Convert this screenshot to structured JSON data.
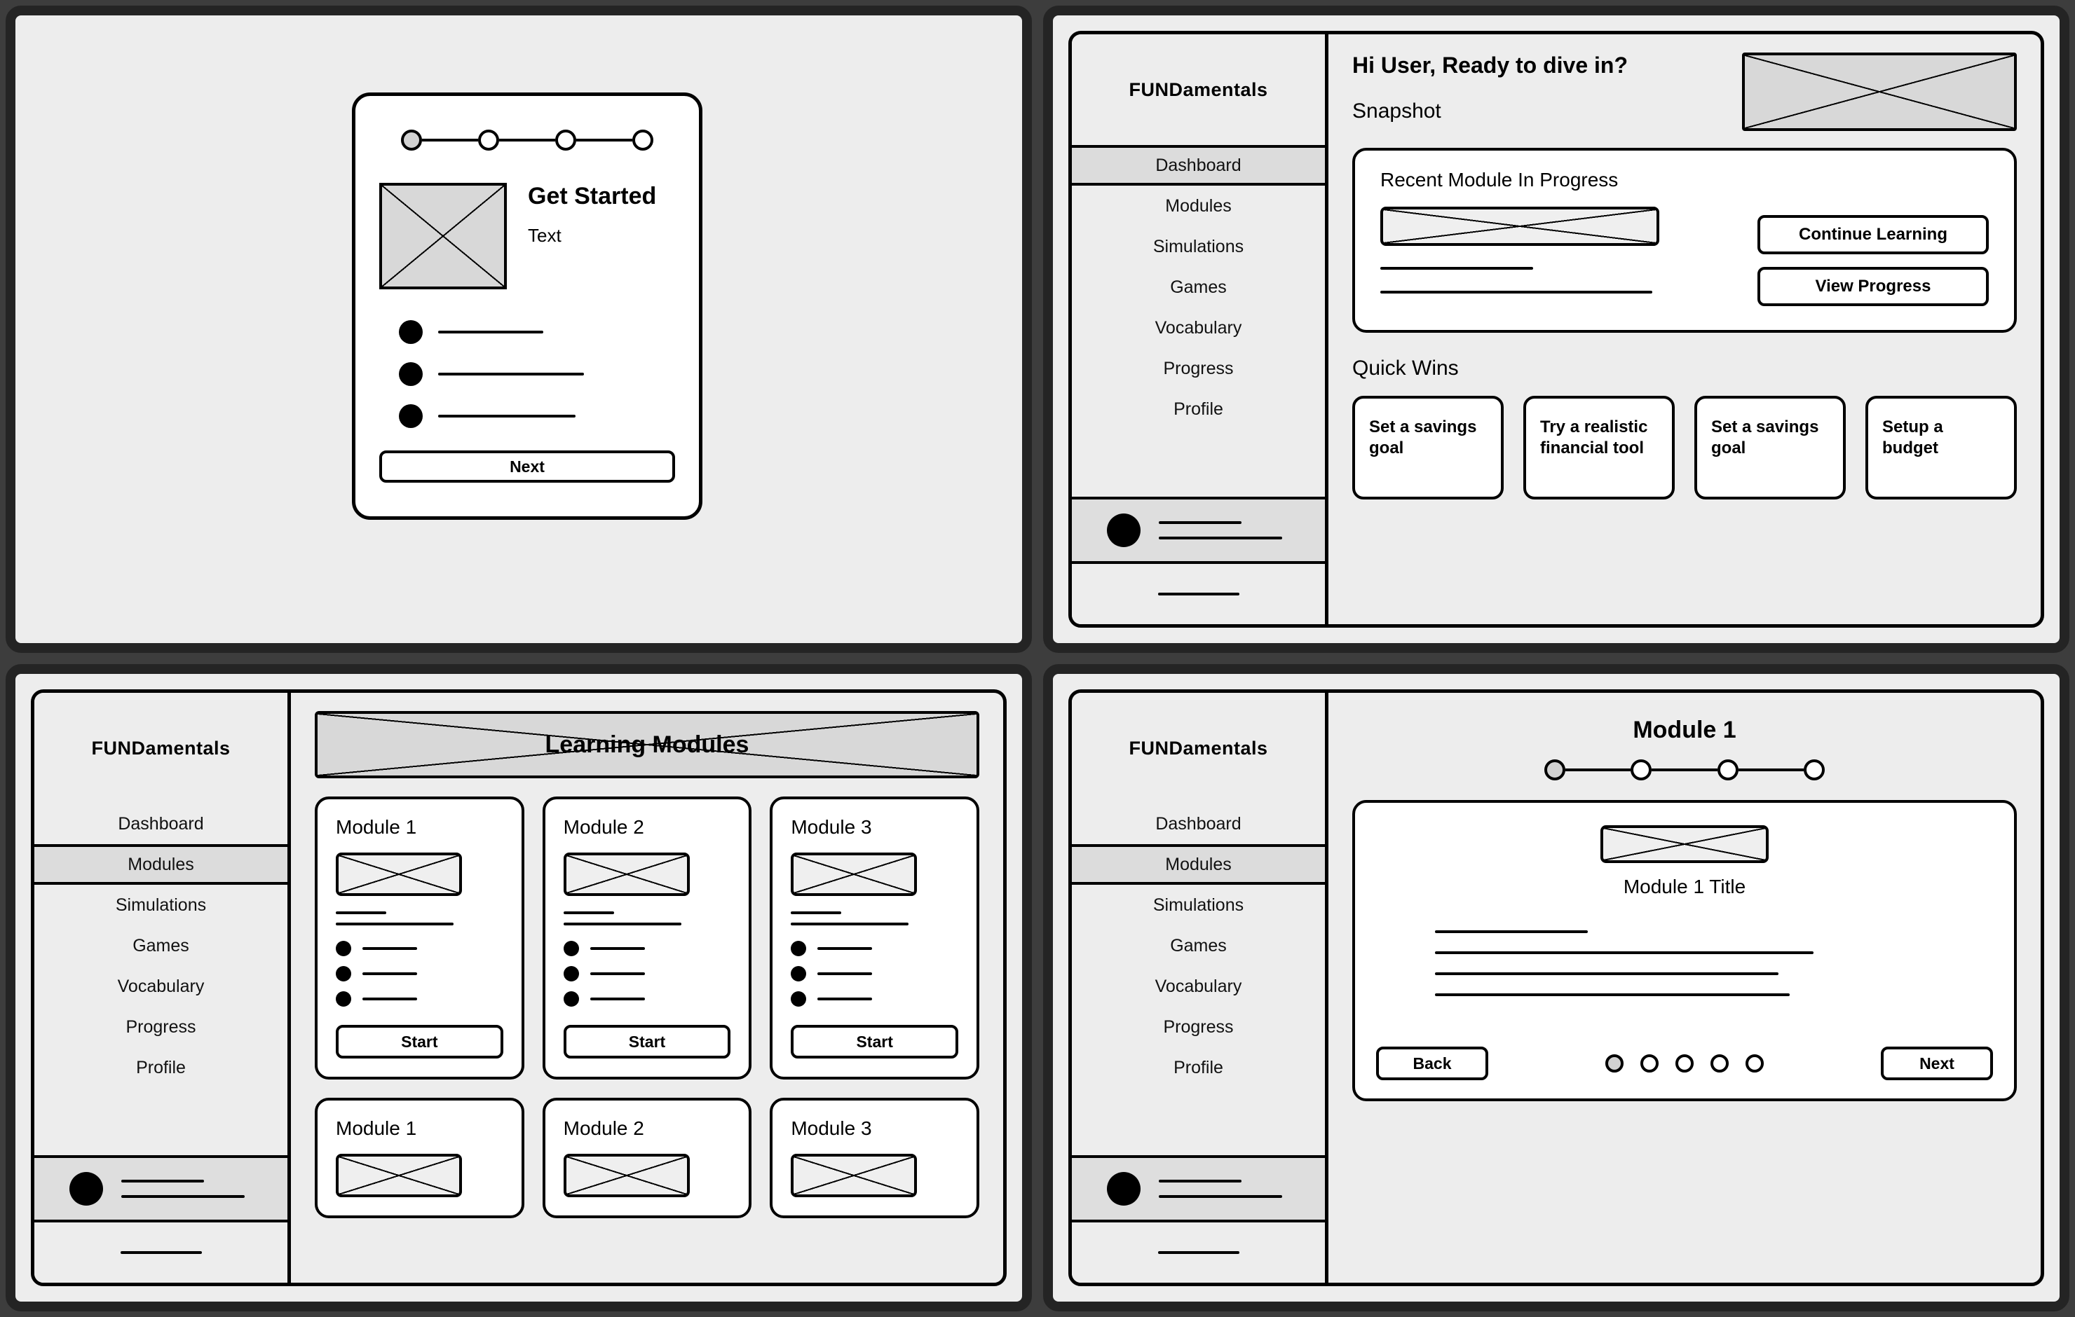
{
  "brand": "FUNDamentals",
  "nav_items": [
    "Dashboard",
    "Modules",
    "Simulations",
    "Games",
    "Vocabulary",
    "Progress",
    "Profile"
  ],
  "onboarding": {
    "heading": "Get Started",
    "subtext": "Text",
    "next_label": "Next",
    "steps_total": 4,
    "step_active": 1
  },
  "dashboard": {
    "greeting": "Hi User, Ready to dive in?",
    "snapshot_label": "Snapshot",
    "recent_module_title": "Recent Module In Progress",
    "continue_label": "Continue Learning",
    "view_progress_label": "View Progress",
    "quick_wins_label": "Quick Wins",
    "quick_wins": [
      "Set a savings goal",
      "Try a realistic financial tool",
      "Set a savings goal",
      "Setup a budget"
    ],
    "active_nav": "Dashboard"
  },
  "modules": {
    "banner_title": "Learning Modules",
    "active_nav": "Modules",
    "start_label": "Start",
    "cards_row1": [
      "Module 1",
      "Module 2",
      "Module 3"
    ],
    "cards_row2": [
      "Module 1",
      "Module 2",
      "Module 3"
    ]
  },
  "module_detail": {
    "title": "Module 1",
    "content_title": "Module 1 Title",
    "back_label": "Back",
    "next_label": "Next",
    "active_nav": "Modules",
    "steps_total": 4,
    "step_active": 1,
    "pages_total": 5,
    "page_active": 1
  },
  "colors": {
    "page_background": "#3d3d3d",
    "frame_border": "#242424",
    "panel_background": "#ededed",
    "card_background": "#ffffff",
    "placeholder_fill": "#d8d8d8",
    "active_nav_fill": "#dcdcdc",
    "stroke": "#000000"
  }
}
